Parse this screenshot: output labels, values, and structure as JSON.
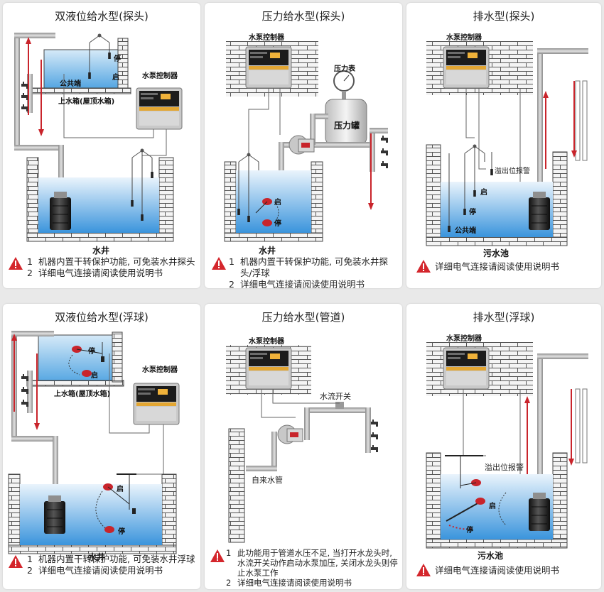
{
  "panels": [
    {
      "title": "双液位给水型(探头)",
      "labels": {
        "controller": "水泵控制器",
        "tank": "上水箱(屋顶水箱)",
        "common": "公共端",
        "start": "启",
        "stop": "停",
        "well": "水井"
      },
      "notes": [
        {
          "num": "1",
          "text": "机器内置干转保护功能, 可免装水井探头"
        },
        {
          "num": "2",
          "text": "详细电气连接请阅读使用说明书"
        }
      ]
    },
    {
      "title": "压力给水型(探头)",
      "labels": {
        "controller": "水泵控制器",
        "gauge": "压力表",
        "tank": "压力罐",
        "start": "启",
        "stop": "停",
        "well": "水井"
      },
      "notes": [
        {
          "num": "1",
          "text": "机器内置干转保护功能, 可免装水井探头/浮球"
        },
        {
          "num": "2",
          "text": "详细电气连接请阅读使用说明书"
        }
      ]
    },
    {
      "title": "排水型(探头)",
      "labels": {
        "controller": "水泵控制器",
        "overflow": "溢出位报警",
        "start": "启",
        "stop": "停",
        "common": "公共端",
        "pool": "污水池"
      },
      "notes": [
        {
          "num": "",
          "text": "详细电气连接请阅读使用说明书"
        }
      ]
    },
    {
      "title": "双液位给水型(浮球)",
      "labels": {
        "controller": "水泵控制器",
        "tank": "上水箱(屋顶水箱)",
        "start": "启",
        "stop": "停",
        "well": "水井"
      },
      "notes": [
        {
          "num": "1",
          "text": "机器内置干转保护功能, 可免装水井浮球"
        },
        {
          "num": "2",
          "text": "详细电气连接请阅读使用说明书"
        }
      ]
    },
    {
      "title": "压力给水型(管道)",
      "labels": {
        "controller": "水泵控制器",
        "flow_switch": "水流开关",
        "tap": "自来水管"
      },
      "notes": [
        {
          "num": "1",
          "text": "此功能用于管道水压不足, 当打开水龙头时, 水流开关动作启动水泵加压, 关闭水龙头则停止水泵工作"
        },
        {
          "num": "2",
          "text": "详细电气连接请阅读使用说明书"
        }
      ]
    },
    {
      "title": "排水型(浮球)",
      "labels": {
        "controller": "水泵控制器",
        "overflow": "溢出位报警",
        "start": "启",
        "stop": "停",
        "pool": "污水池"
      },
      "notes": [
        {
          "num": "",
          "text": "详细电气连接请阅读使用说明书"
        }
      ]
    }
  ],
  "colors": {
    "pipe": "#b4b4b4",
    "water_top": "#e6f2fb",
    "water_bottom": "#3d97de",
    "arrow": "#c9242b",
    "warning": "#d4262c",
    "brick": "#f2f2f2"
  }
}
